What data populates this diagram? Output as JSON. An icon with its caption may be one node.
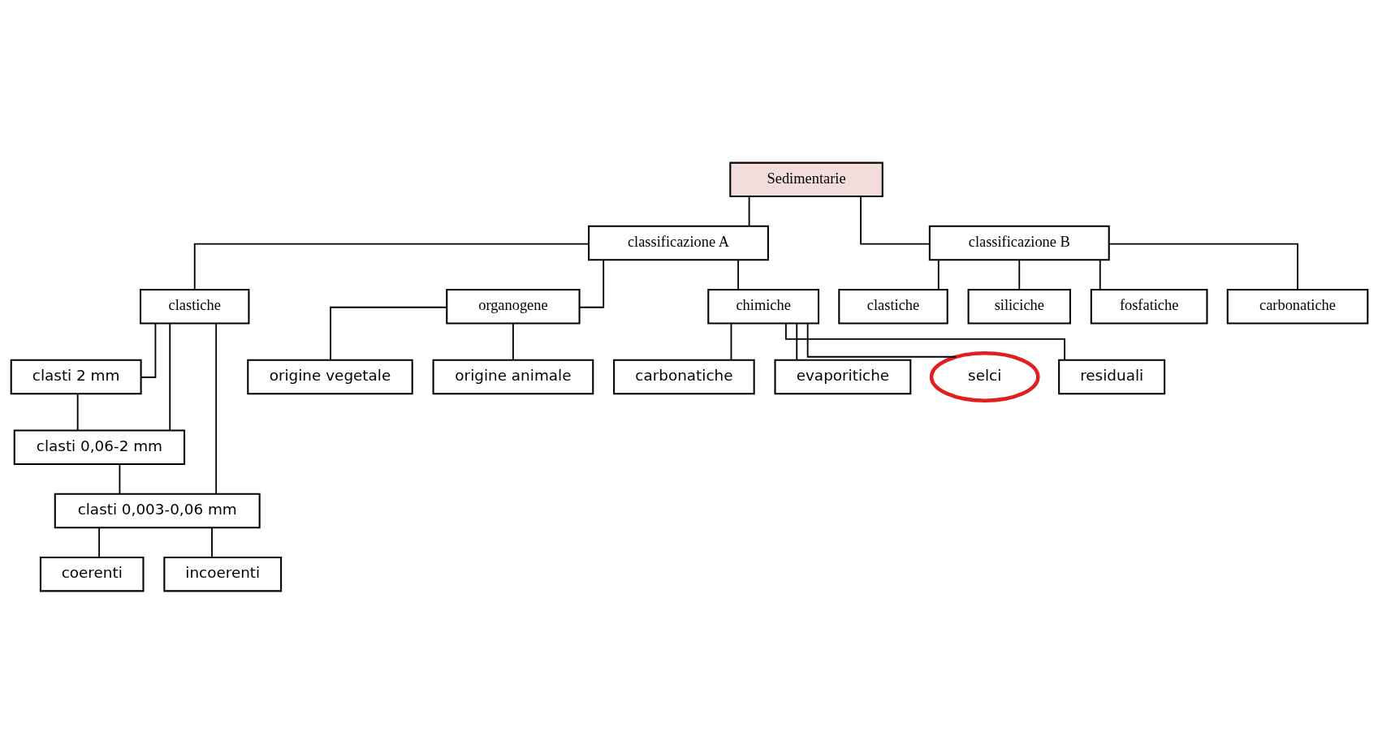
{
  "diagram": {
    "nodes": [
      {
        "text": [
          "Sedimentarie"
        ]
      },
      {
        "text": [
          "classificazione A"
        ]
      },
      {
        "text": [
          "classificazione B"
        ]
      },
      {
        "text": [
          "clastiche"
        ]
      },
      {
        "text": [
          "organogene"
        ]
      },
      {
        "text": [
          "chimiche"
        ]
      },
      {
        "text": [
          "clasti 2 mm"
        ]
      },
      {
        "text": [
          "clasti 0,06-2 mm"
        ]
      },
      {
        "text": [
          "clasti 0,003-0,06 mm"
        ]
      },
      {
        "text": [
          "origine vegetale"
        ]
      },
      {
        "text": [
          "origine animale"
        ]
      },
      {
        "text": [
          "carbonatiche"
        ]
      },
      {
        "text": [
          "evaporitiche"
        ]
      },
      {
        "text": [
          "selci"
        ]
      },
      {
        "text": [
          "residuali"
        ]
      },
      {
        "text": [
          "coerenti"
        ]
      },
      {
        "text": [
          "incoerenti"
        ]
      },
      {
        "text": [
          "clastiche"
        ]
      },
      {
        "text": [
          "siliciche"
        ]
      },
      {
        "text": [
          "fosfatiche"
        ]
      },
      {
        "text": [
          "carbonatiche"
        ]
      }
    ],
    "edges": [
      {
        "from": 0,
        "to": 1,
        "arrow": "none"
      },
      {
        "from": 0,
        "to": 2,
        "arrow": "none"
      },
      {
        "from": 1,
        "to": 3,
        "arrow": "none"
      },
      {
        "from": 1,
        "to": 4,
        "arrow": "none"
      },
      {
        "from": 1,
        "to": 5,
        "arrow": "none"
      },
      {
        "from": 3,
        "to": 6,
        "arrow": "none"
      },
      {
        "from": 3,
        "to": 7,
        "arrow": "none"
      },
      {
        "from": 3,
        "to": 8,
        "arrow": "none"
      },
      {
        "from": 6,
        "to": 7,
        "arrow": "none"
      },
      {
        "from": 7,
        "to": 8,
        "arrow": "none"
      },
      {
        "from": 4,
        "to": 9,
        "arrow": "none"
      },
      {
        "from": 4,
        "to": 10,
        "arrow": "none"
      },
      {
        "from": 5,
        "to": 11,
        "arrow": "none"
      },
      {
        "from": 5,
        "to": 12,
        "arrow": "none"
      },
      {
        "from": 5,
        "to": 13,
        "arrow": "none"
      },
      {
        "from": 5,
        "to": 14,
        "arrow": "none"
      },
      {
        "from": 8,
        "to": 15,
        "arrow": "none"
      },
      {
        "from": 8,
        "to": 16,
        "arrow": "none"
      },
      {
        "from": 2,
        "to": 17,
        "arrow": "none"
      },
      {
        "from": 2,
        "to": 18,
        "arrow": "none"
      },
      {
        "from": 2,
        "to": 19,
        "arrow": "none"
      },
      {
        "from": 2,
        "to": 20,
        "arrow": "none"
      }
    ]
  }
}
